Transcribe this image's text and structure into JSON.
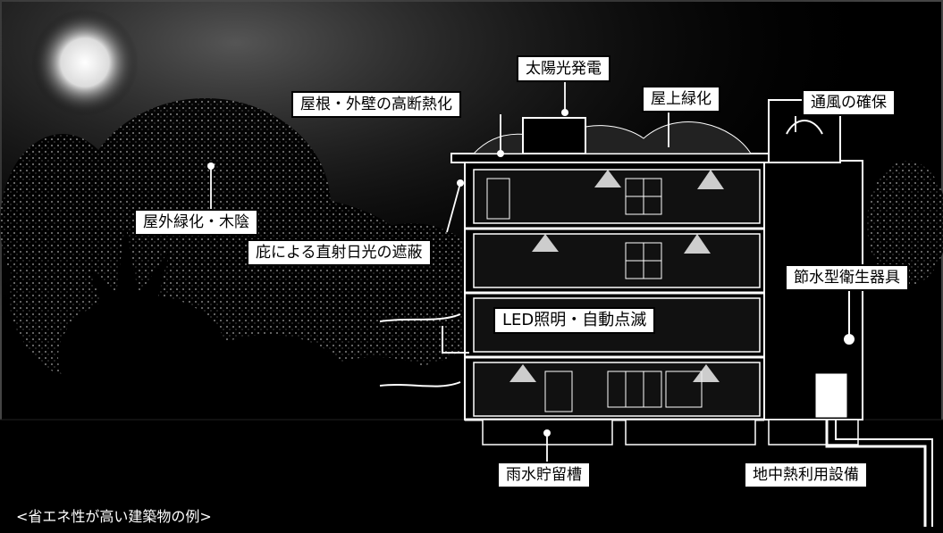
{
  "labels": {
    "solar": "太陽光発電",
    "insulation": "屋根・外壁の高断熱化",
    "rooftop_green": "屋上緑化",
    "ventilation": "通風の確保",
    "outdoor_green": "屋外緑化・木陰",
    "eaves_shading": "庇による直射日光の遮蔽",
    "water_saving": "節水型衛生器具",
    "led_lighting": "LED照明・自動点滅",
    "rainwater_tank": "雨水貯留槽",
    "geothermal": "地中熱利用設備"
  },
  "caption": "<省エネ性が高い建築物の例>",
  "colors": {
    "background": "#000000",
    "label_bg": "#ffffff",
    "label_text": "#000000"
  }
}
